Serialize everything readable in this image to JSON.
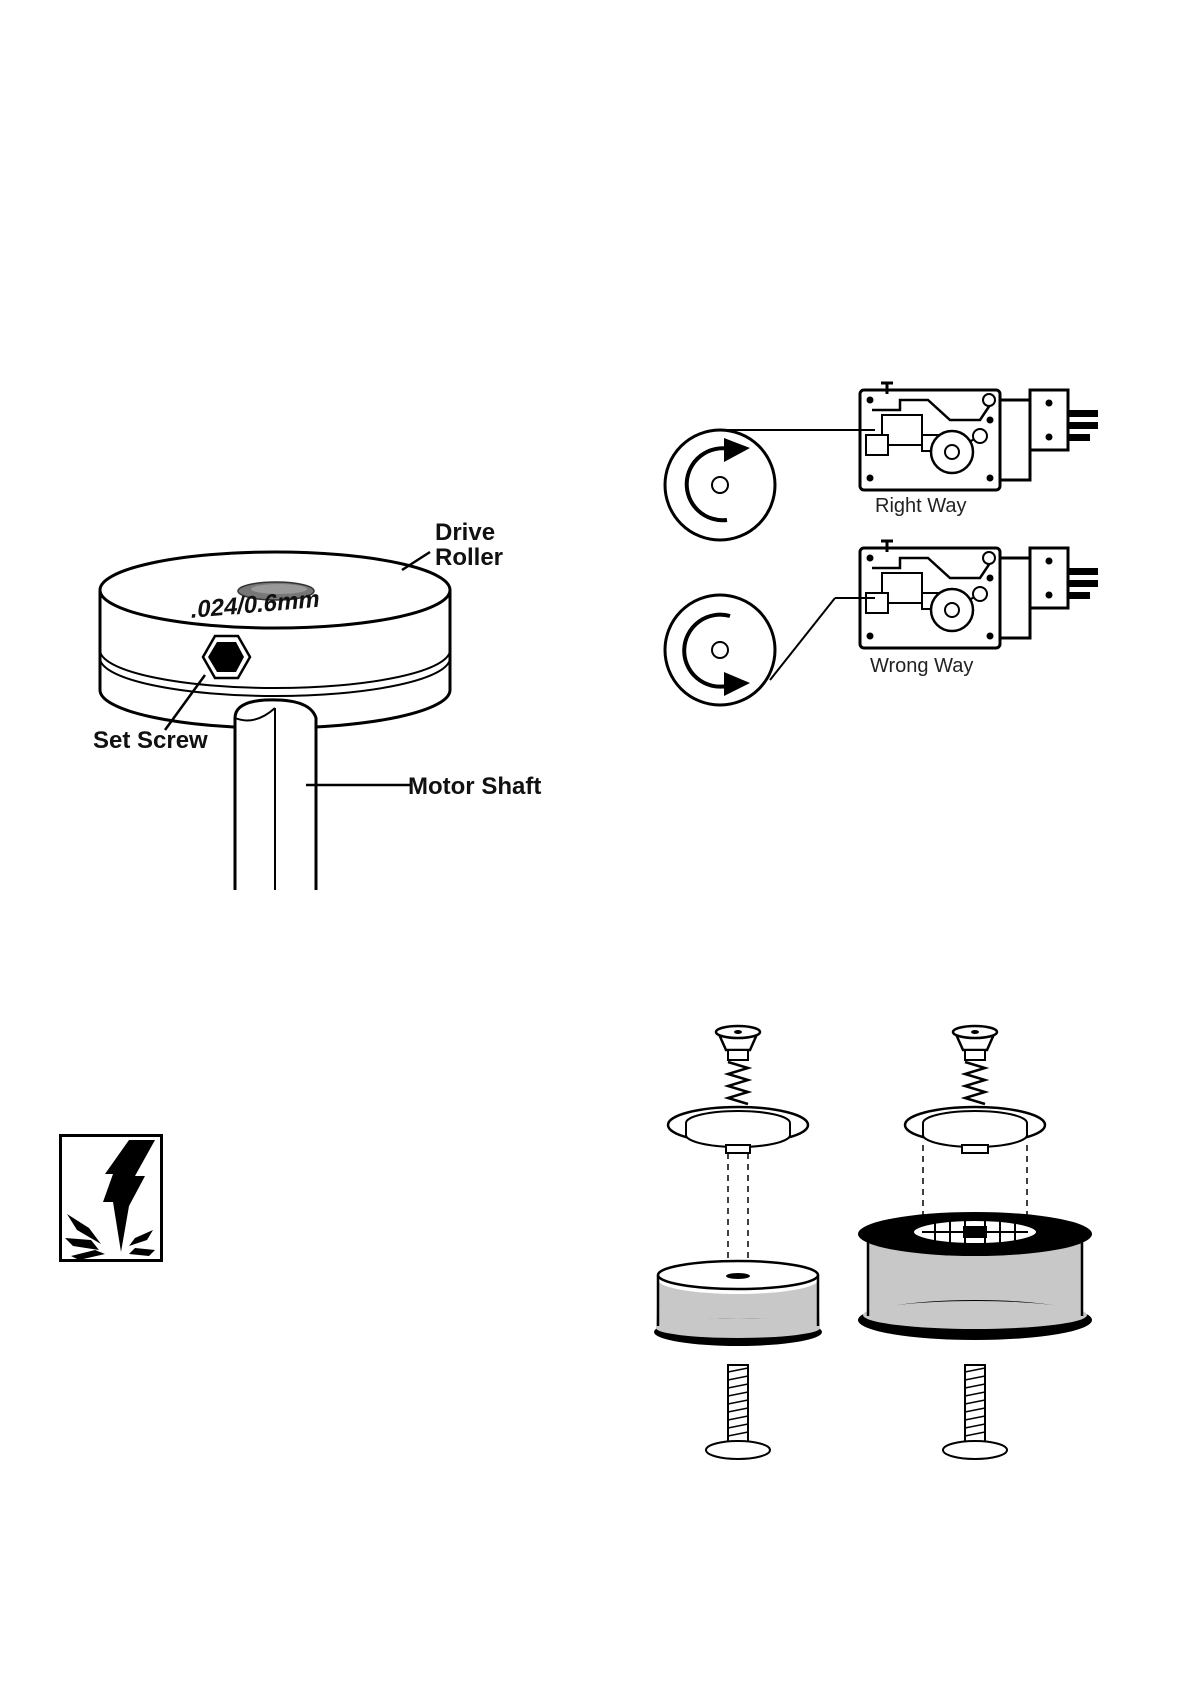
{
  "drive_roller_figure": {
    "labels": {
      "drive_roller_line1": "Drive",
      "drive_roller_line2": "Roller",
      "roller_marking": ".024/0.6mm",
      "set_screw": "Set Screw",
      "motor_shaft": "Motor Shaft"
    }
  },
  "wire_feed_figure": {
    "right_way": "Right Way",
    "wrong_way": "Wrong Way"
  },
  "warning_symbol": {
    "icon": "electric-shock-warning-icon"
  },
  "spool_figure": {
    "icons": [
      "small-spool-assembly-icon",
      "large-spool-assembly-icon"
    ]
  }
}
